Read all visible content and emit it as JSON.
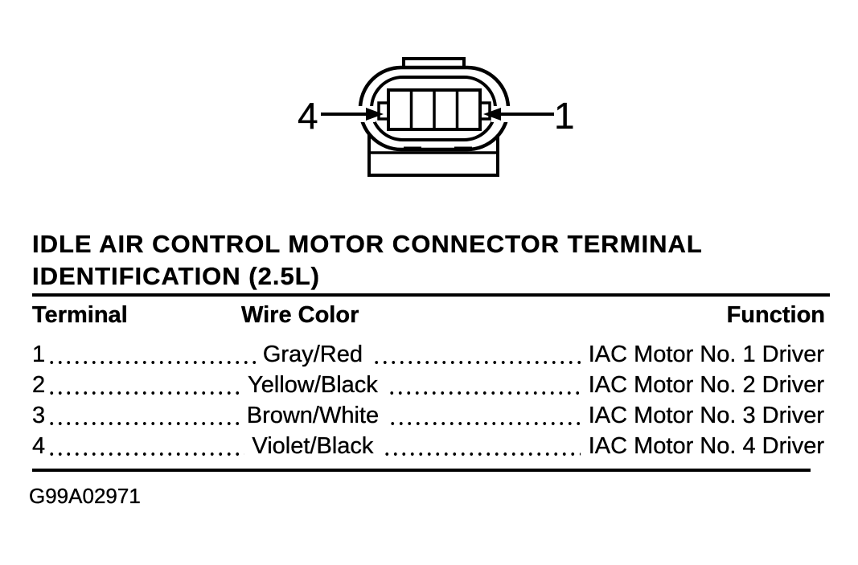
{
  "diagram": {
    "pin_left_label": "4",
    "pin_right_label": "1"
  },
  "title": {
    "line1": "IDLE AIR CONTROL MOTOR CONNECTOR TERMINAL",
    "line2": "IDENTIFICATION (2.5L)"
  },
  "table": {
    "headers": {
      "terminal": "Terminal",
      "wire_color": "Wire Color",
      "function": "Function"
    },
    "rows": [
      {
        "terminal": "1",
        "wire_color": "Gray/Red",
        "function": "IAC Motor No. 1 Driver"
      },
      {
        "terminal": "2",
        "wire_color": "Yellow/Black",
        "function": "IAC Motor No. 2 Driver"
      },
      {
        "terminal": "3",
        "wire_color": "Brown/White",
        "function": "IAC Motor No. 3 Driver"
      },
      {
        "terminal": "4",
        "wire_color": "Violet/Black",
        "function": "IAC Motor No. 4 Driver"
      }
    ]
  },
  "footer": {
    "figure_id": "G99A02971"
  },
  "colors": {
    "ink": "#000000",
    "paper": "#ffffff"
  }
}
